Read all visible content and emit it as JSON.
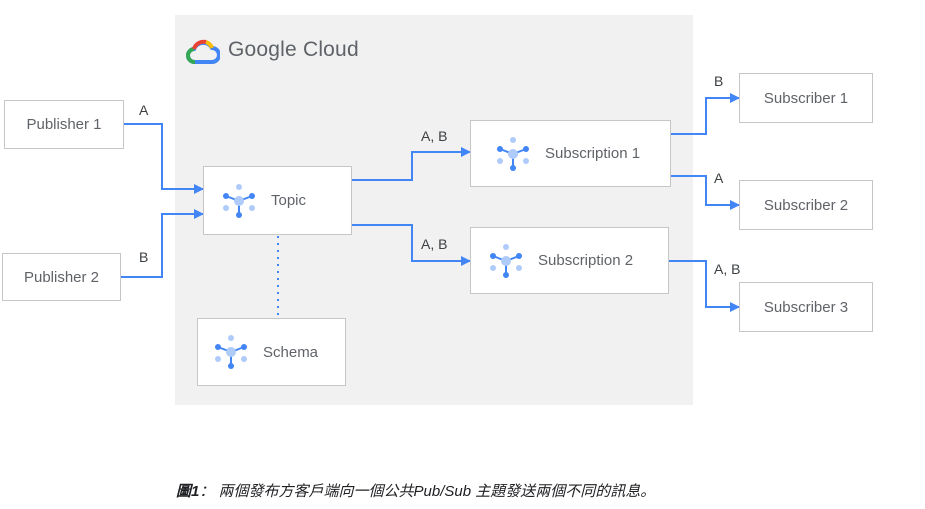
{
  "brand": {
    "name": "Google Cloud"
  },
  "nodes": {
    "publisher1": "Publisher 1",
    "publisher2": "Publisher 2",
    "topic": "Topic",
    "schema": "Schema",
    "subscription1": "Subscription 1",
    "subscription2": "Subscription 2",
    "subscriber1": "Subscriber 1",
    "subscriber2": "Subscriber 2",
    "subscriber3": "Subscriber 3"
  },
  "edges": {
    "pub1_topic": "A",
    "pub2_topic": "B",
    "topic_sub1": "A, B",
    "topic_sub2": "A, B",
    "sub1_subscriber1": "B",
    "sub1_subscriber2": "A",
    "sub2_subscriber3": "A, B"
  },
  "caption": {
    "figure": "圖1",
    "text": "： 兩個發布方客戶端向一個公共Pub/Sub 主題發送兩個不同的訊息。"
  },
  "colors": {
    "arrow": "#4285f4",
    "icon_primary": "#4285f4",
    "icon_light": "#aecbfa",
    "panel": "#f1f1f1",
    "box_border": "#c6c6c6"
  },
  "icons": [
    "google-cloud-logo-icon",
    "pubsub-hub-icon"
  ]
}
